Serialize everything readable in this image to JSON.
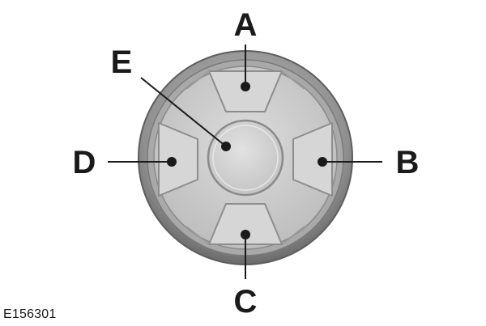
{
  "figure": {
    "id": "E156301",
    "colors": {
      "outer_ring": "#9a9a9a",
      "ring_dark": "#6e6e6e",
      "face": "#c9c9c9",
      "segment": "#d4d4d4",
      "center_button": "#cfcfcf",
      "ink": "#1a1a1a"
    }
  },
  "callouts": {
    "a": {
      "label": "A",
      "target": "up-button"
    },
    "b": {
      "label": "B",
      "target": "right-button"
    },
    "c": {
      "label": "C",
      "target": "down-button"
    },
    "d": {
      "label": "D",
      "target": "left-button"
    },
    "e": {
      "label": "E",
      "target": "center-button"
    }
  }
}
